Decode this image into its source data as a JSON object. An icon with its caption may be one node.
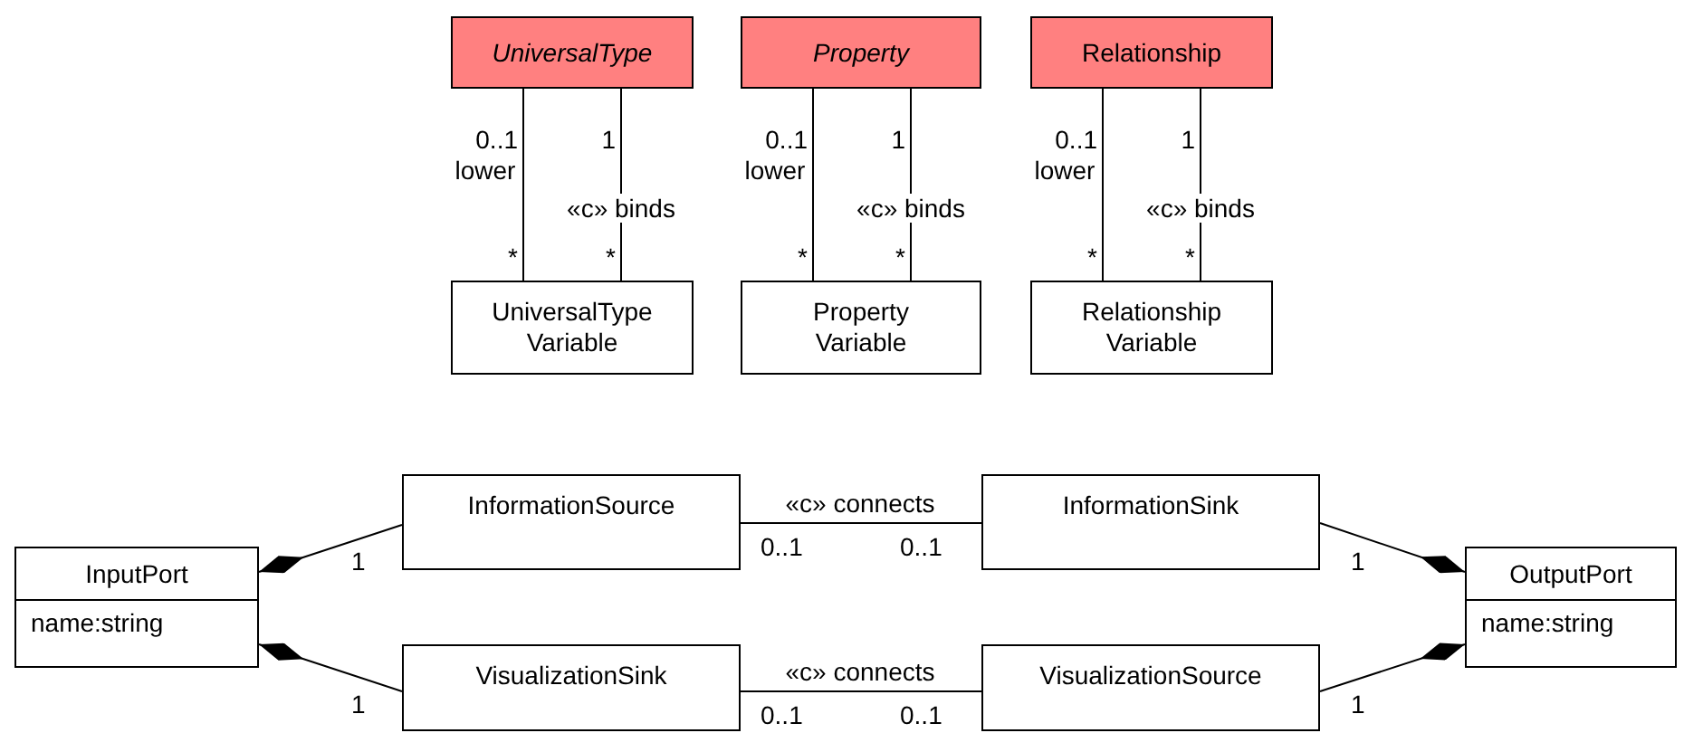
{
  "diagram": {
    "nodes": [
      {
        "text": [
          "UniversalType"
        ]
      },
      {
        "text": [
          "Property"
        ]
      },
      {
        "text": [
          "Relationship"
        ]
      },
      {
        "text": [
          "UniversalType Variable"
        ]
      },
      {
        "text": [
          "Property Variable"
        ]
      },
      {
        "text": [
          "Relationship Variable"
        ]
      },
      {
        "text": [
          "InformationSource"
        ]
      },
      {
        "text": [
          "InformationSink"
        ]
      },
      {
        "text": [
          "InputPort",
          "name:string"
        ]
      },
      {
        "text": [
          "OutputPort",
          "name:string"
        ]
      },
      {
        "text": [
          "VisualizationSink"
        ]
      },
      {
        "text": [
          "VisualizationSource"
        ]
      }
    ],
    "edges": [
      {
        "from": 0,
        "to": 3,
        "arrow": "none",
        "label": "lower"
      },
      {
        "from": 0,
        "to": 3,
        "arrow": "none",
        "label": "«c» binds"
      },
      {
        "from": 1,
        "to": 4,
        "arrow": "none",
        "label": "lower"
      },
      {
        "from": 1,
        "to": 4,
        "arrow": "none",
        "label": "«c» binds"
      },
      {
        "from": 2,
        "to": 5,
        "arrow": "none",
        "label": "lower"
      },
      {
        "from": 2,
        "to": 5,
        "arrow": "none",
        "label": "«c» binds"
      },
      {
        "from": 6,
        "to": 7,
        "arrow": "none",
        "label": "«c» connects"
      },
      {
        "from": 10,
        "to": 11,
        "arrow": "none",
        "label": "«c» connects"
      },
      {
        "from": 6,
        "to": 8,
        "arrow": "other"
      },
      {
        "from": 10,
        "to": 8,
        "arrow": "other"
      },
      {
        "from": 7,
        "to": 9,
        "arrow": "other"
      },
      {
        "from": 11,
        "to": 9,
        "arrow": "other"
      }
    ],
    "labels": [
      "0..1",
      "1",
      "*",
      "*",
      "0..1",
      "1",
      "*",
      "*",
      "0..1",
      "1",
      "*",
      "*",
      "1",
      "0..1",
      "0..1",
      "1",
      "1",
      "0..1",
      "0..1",
      "1"
    ]
  }
}
